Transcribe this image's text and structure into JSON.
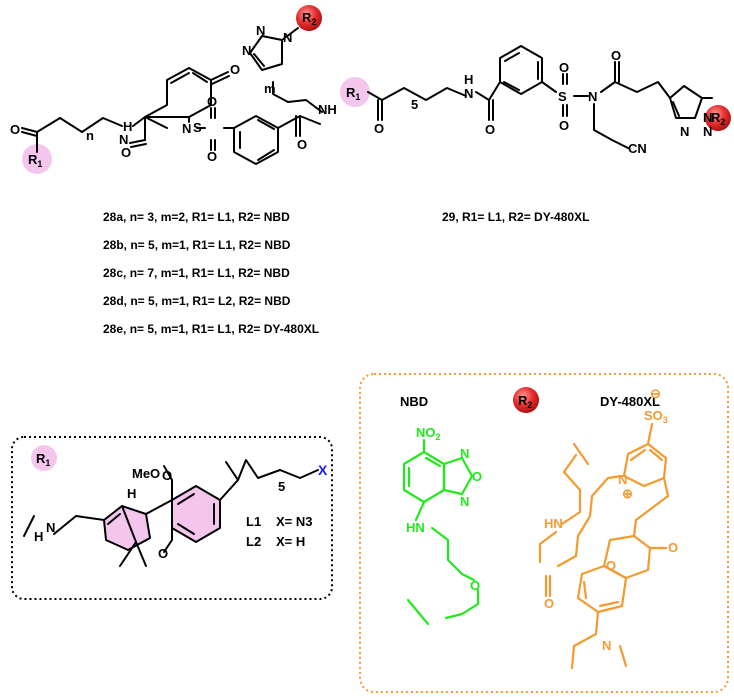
{
  "compound_labels": [
    {
      "id": "28a",
      "text": "28a, n= 3, m=2, R1= L1, R2= NBD"
    },
    {
      "id": "28b",
      "text": "28b, n= 5, m=1, R1= L1, R2= NBD"
    },
    {
      "id": "28c",
      "text": "28c, n= 7, m=1, R1= L1, R2= NBD"
    },
    {
      "id": "28d",
      "text": "28d, n= 5, m=1, R1= L2, R2= NBD"
    },
    {
      "id": "28e",
      "text": "28e, n= 5, m=1, R1= L1, R2= DY-480XL"
    },
    {
      "id": "29",
      "text": "29, R1= L1, R2= DY-480XL"
    }
  ],
  "badges": {
    "r1": "R1",
    "r2": "R2"
  },
  "r1_legend": {
    "l1": "L1",
    "l1_value": "X= N3",
    "l2": "L2",
    "l2_value": "X= H"
  },
  "r2_legend": {
    "nbd": "NBD",
    "dy": "DY-480XL"
  },
  "colors": {
    "r1_badge": "#f4c6ee",
    "r2_badge": "#e83030",
    "nbd": "#22e81f",
    "dy": "#f39a30",
    "x_label": "#1a1aff"
  }
}
